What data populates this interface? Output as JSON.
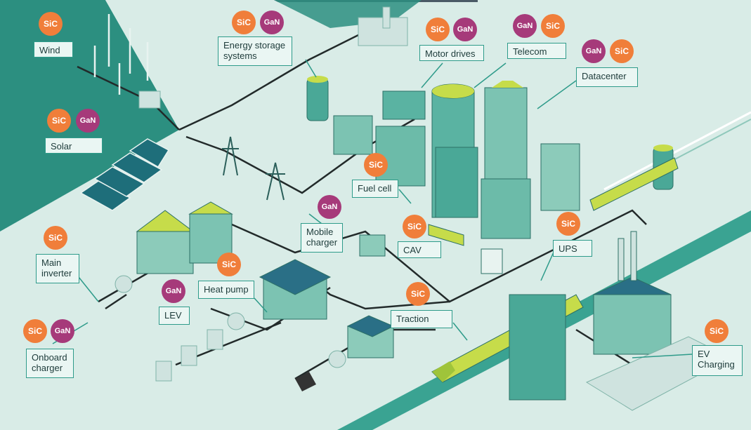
{
  "colors": {
    "sic": "#f07e3a",
    "gan": "#a63a7a",
    "teal_dark": "#2c8f80",
    "background": "#d9ece7",
    "line": "#222a2a",
    "roof_green": "#c6dc4a"
  },
  "tags": {
    "sic": "SiC",
    "gan": "GaN"
  },
  "labels": {
    "wind": "Wind",
    "solar": "Solar",
    "energy_storage": "Energy storage\nsystems",
    "motor_drives": "Motor drives",
    "telecom": "Telecom",
    "datacenter": "Datacenter",
    "fuel_cell": "Fuel cell",
    "mobile_charger": "Mobile\ncharger",
    "cav": "CAV",
    "ups": "UPS",
    "main_inverter": "Main\ninverter",
    "lev": "LEV",
    "heat_pump": "Heat pump",
    "traction": "Traction",
    "onboard_charger": "Onboard\ncharger",
    "ev_charging": "EV\nCharging"
  }
}
